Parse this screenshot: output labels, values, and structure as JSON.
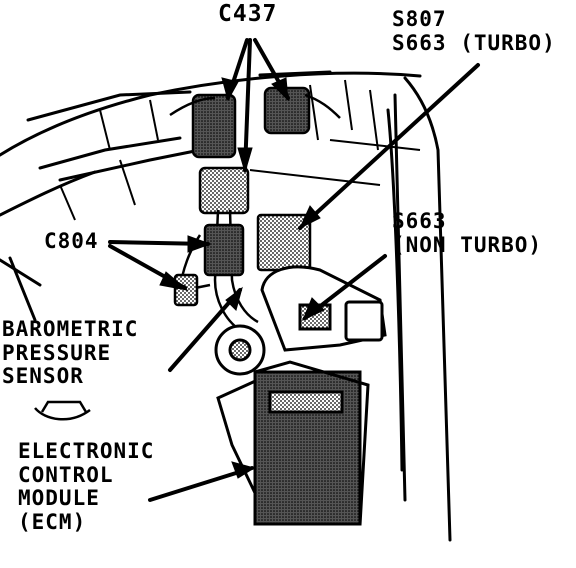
{
  "labels": {
    "c437": "C437",
    "s807": "S807",
    "s663_turbo": "S663 (TURBO)",
    "c804": "C804",
    "s663_non_turbo_1": "S663",
    "s663_non_turbo_2": "(NON TURBO)",
    "baro_1": "BAROMETRIC",
    "baro_2": "PRESSURE",
    "baro_3": "SENSOR",
    "ecm_1": "ELECTRONIC",
    "ecm_2": "CONTROL",
    "ecm_3": "MODULE",
    "ecm_4": "(ECM)"
  },
  "colors": {
    "ink": "#000000",
    "paper": "#ffffff",
    "shade": "#6b6b6b"
  }
}
